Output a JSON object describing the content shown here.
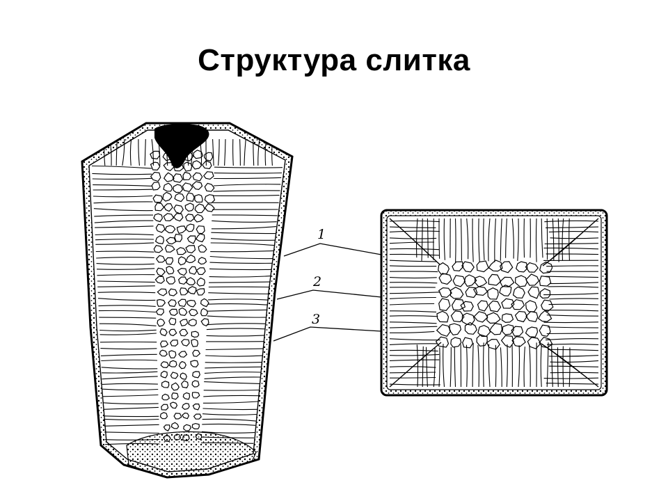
{
  "title": "Структура слитка",
  "callouts": [
    {
      "id": "1",
      "label": "1"
    },
    {
      "id": "2",
      "label": "2"
    },
    {
      "id": "3",
      "label": "3"
    }
  ],
  "colors": {
    "ink": "#000000",
    "paper": "#ffffff"
  }
}
